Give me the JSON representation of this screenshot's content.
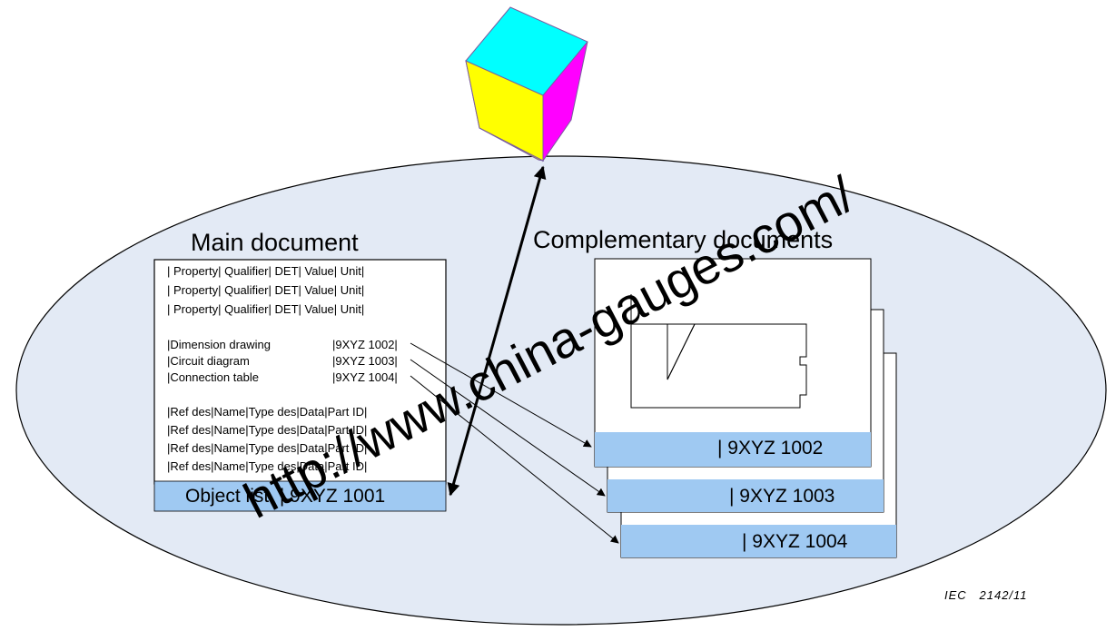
{
  "diagram": {
    "main_document": {
      "title": "Main document",
      "property_rows": [
        "| Property| Qualifier| DET| Value| Unit|",
        "| Property| Qualifier| DET| Value| Unit|",
        "| Property| Qualifier| DET| Value| Unit|"
      ],
      "document_refs": [
        {
          "name": "|Dimension drawing",
          "id": "|9XYZ 1002|"
        },
        {
          "name": "|Circuit diagram",
          "id": "|9XYZ 1003|"
        },
        {
          "name": "|Connection table",
          "id": "|9XYZ 1004|"
        }
      ],
      "object_rows": [
        "|Ref des|Name|Type des|Data|Part ID|",
        "|Ref des|Name|Type des|Data|Part ID|",
        "|Ref des|Name|Type des|Data|Part ID|",
        "|Ref des|Name|Type des|Data|Part ID|"
      ],
      "footer_label": "Object list  | 9XYZ 1001"
    },
    "complementary_documents": {
      "title": "Complementary documents",
      "pages": [
        {
          "label": "| 9XYZ 1002"
        },
        {
          "label": "| 9XYZ 1003"
        },
        {
          "label": "| 9XYZ 1004"
        }
      ]
    },
    "figure_label": "IEC   2142/11",
    "watermark": "http://www.china-gauges.com/",
    "colors": {
      "ellipse_fill": "#e3eaf5",
      "label_bar": "#9fc9f2",
      "cube_top": "#00ffff",
      "cube_left": "#ffff00",
      "cube_right": "#ff00ff"
    }
  }
}
